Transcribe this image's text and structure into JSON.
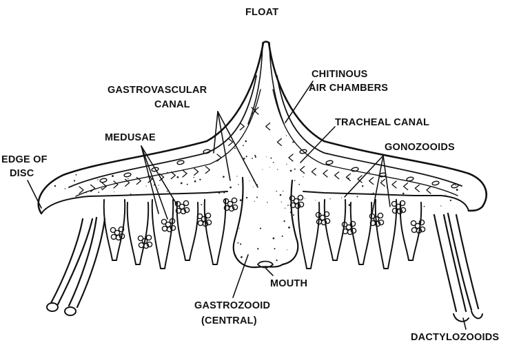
{
  "labels": {
    "float": "FLOAT",
    "chitinous_line1": "CHITINOUS",
    "chitinous_line2": "AIR CHAMBERS",
    "gastrovascular_line1": "GASTROVASCULAR",
    "gastrovascular_line2": "CANAL",
    "tracheal": "TRACHEAL CANAL",
    "medusae": "MEDUSAE",
    "gonozooids": "GONOZOOIDS",
    "edge_line1": "EDGE OF",
    "edge_line2": "DISC",
    "mouth": "MOUTH",
    "gastrozooid_line1": "GASTROZOOID",
    "gastrozooid_line2": "(CENTRAL)",
    "dactylozooids": "DACTYLOZOOIDS"
  },
  "colors": {
    "ink": "#111111",
    "paper": "#ffffff"
  }
}
